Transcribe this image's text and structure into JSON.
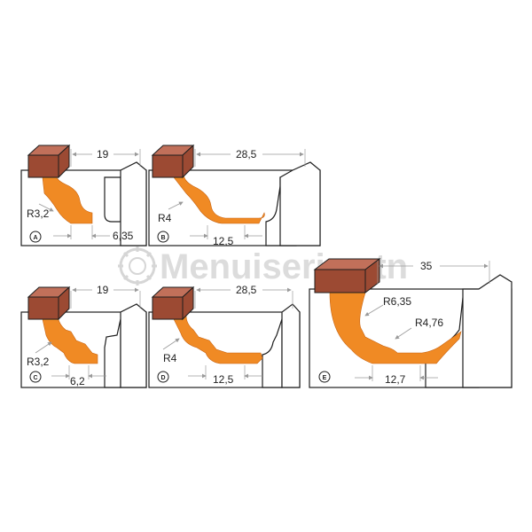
{
  "watermark": {
    "text": "Menuiseries.tn",
    "logo_icon": "gear-logo-icon"
  },
  "colors": {
    "profile": "#f08a24",
    "wood": "#9c4a33",
    "wood_top": "#c1705a",
    "line": "#1e1e1e",
    "dimension": "#9a9a9a"
  },
  "panels": {
    "A": {
      "letter": "A",
      "width": "19",
      "radius": "R3,2",
      "bottom": "6,35"
    },
    "B": {
      "letter": "B",
      "width": "28,5",
      "radius": "R4",
      "bottom": "12,5"
    },
    "C": {
      "letter": "C",
      "width": "19",
      "radius": "R3,2",
      "bottom": "6,2"
    },
    "D": {
      "letter": "D",
      "width": "28,5",
      "radius": "R4",
      "bottom": "12,5"
    },
    "E": {
      "letter": "E",
      "width": "35",
      "radius1": "R6,35",
      "radius2": "R4,76",
      "bottom": "12,7"
    }
  }
}
